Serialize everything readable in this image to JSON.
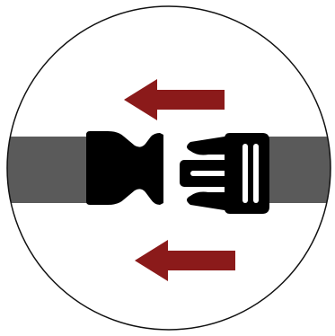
{
  "illustration": {
    "subject": "buckle-release-icon",
    "colors": {
      "background": "#ffffff",
      "circle_stroke": "#111111",
      "strap": "#5a5a5a",
      "buckle": "#000000",
      "buckle_highlight": "#ffffff",
      "arrow": "#8b1a1a"
    },
    "arrows": [
      {
        "name": "upper-arrow",
        "direction": "left"
      },
      {
        "name": "lower-arrow",
        "direction": "left"
      }
    ]
  }
}
